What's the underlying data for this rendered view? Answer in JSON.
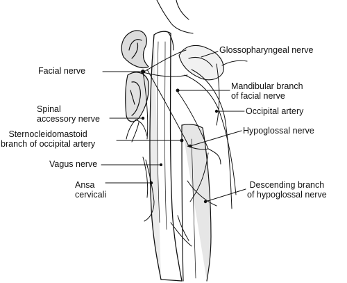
{
  "labels": {
    "facial_nerve": "Facial nerve",
    "glossopharyngeal_nerve": "Glossopharyngeal nerve",
    "mandibular_branch": [
      "Mandibular branch",
      "of facial nerve"
    ],
    "spinal_accessory": [
      "Spinal",
      "accessory nerve"
    ],
    "occipital_artery": "Occipital artery",
    "scm_branch": [
      "Sternocleidomastoid",
      "branch of occipital artery"
    ],
    "hypoglossal_nerve": "Hypoglossal nerve",
    "vagus_nerve": "Vagus nerve",
    "ansa_cervicali": [
      "Ansa",
      "cervicali"
    ],
    "descending_branch": [
      "Descending branch",
      "of hypoglossal nerve"
    ]
  },
  "colors": {
    "ink": "#111111",
    "paper": "#ffffff"
  }
}
